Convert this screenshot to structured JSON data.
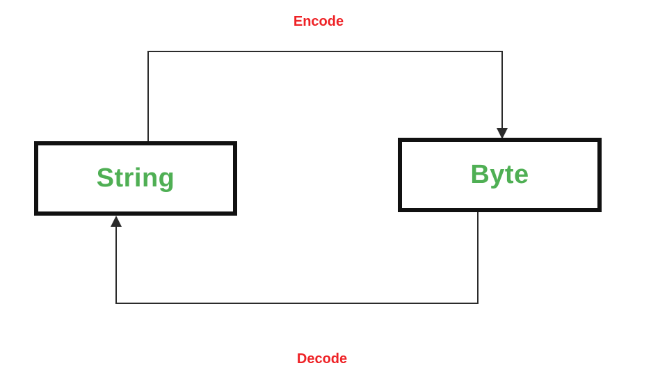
{
  "diagram": {
    "type": "flow-diagram",
    "nodes": [
      {
        "id": "string",
        "label": "String"
      },
      {
        "id": "byte",
        "label": "Byte"
      }
    ],
    "edges": [
      {
        "from": "string",
        "to": "byte",
        "label": "Encode",
        "direction": "left-to-right-over-top"
      },
      {
        "from": "byte",
        "to": "string",
        "label": "Decode",
        "direction": "right-to-left-under-bottom"
      }
    ],
    "encode_label": "Encode",
    "decode_label": "Decode",
    "colors": {
      "label_text": "#ee2226",
      "node_text": "#4faf54",
      "node_border": "#111111",
      "connector": "#2b2b2b",
      "background": "#ffffff"
    }
  }
}
